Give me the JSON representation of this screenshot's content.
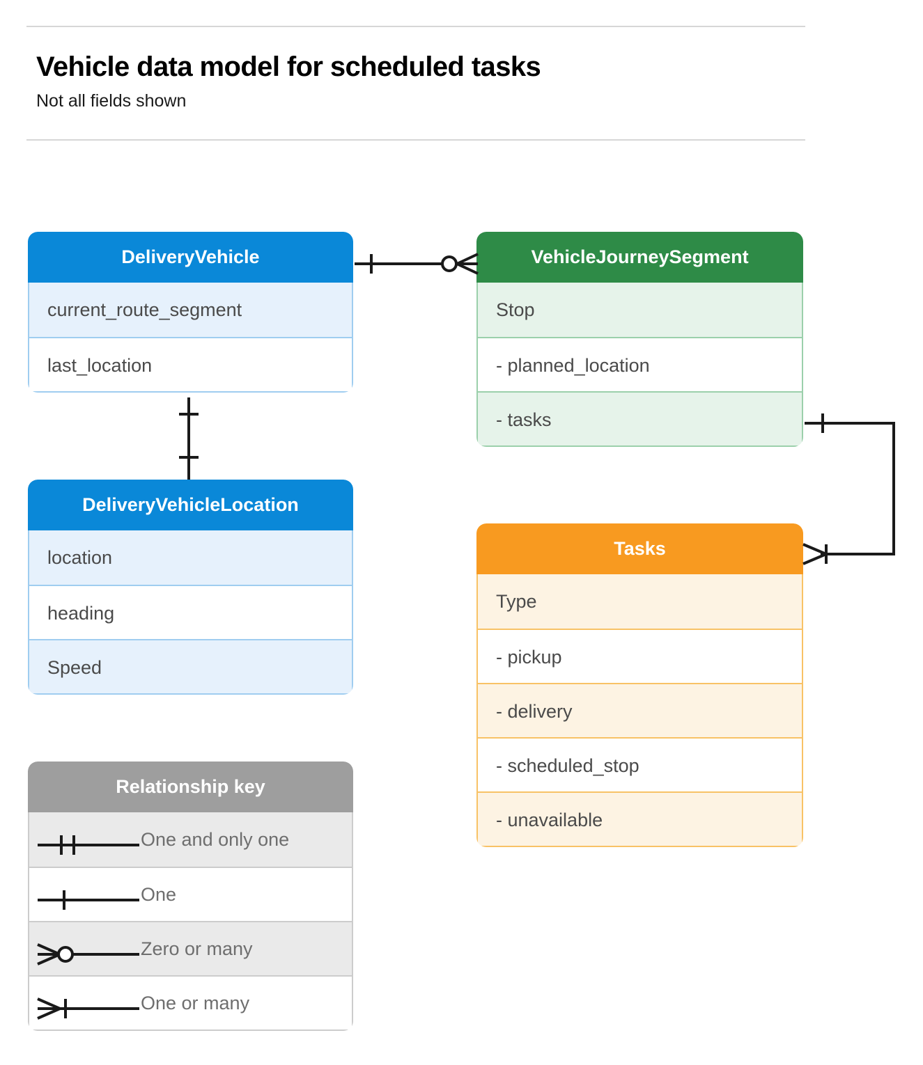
{
  "header": {
    "title": "Vehicle data model for scheduled tasks",
    "subtitle": "Not all fields shown"
  },
  "colors": {
    "blue_header": "#0a88d8",
    "blue_row": "#e6f1fc",
    "blue_border": "#9fcdf0",
    "green_header": "#2e8b47",
    "green_row": "#e6f3ea",
    "green_border": "#9bd0ab",
    "orange_header": "#f89a20",
    "orange_row": "#fdf3e3",
    "orange_border": "#f8c266",
    "gray_header": "#9e9e9e",
    "gray_row": "#eaeaea",
    "gray_border": "#cccccc",
    "connector": "#1a1a1a",
    "rule": "#d6d6d6",
    "field_text": "#4a4a4a"
  },
  "entities": {
    "delivery_vehicle": {
      "name": "DeliveryVehicle",
      "fields": [
        {
          "label": "current_route_segment"
        },
        {
          "label": "last_location"
        }
      ]
    },
    "vehicle_journey_segment": {
      "name": "VehicleJourneySegment",
      "fields": [
        {
          "label": "Stop"
        },
        {
          "label": "-  planned_location"
        },
        {
          "label": "- tasks"
        }
      ]
    },
    "delivery_vehicle_location": {
      "name": "DeliveryVehicleLocation",
      "fields": [
        {
          "label": "location"
        },
        {
          "label": "heading"
        },
        {
          "label": "Speed"
        }
      ]
    },
    "tasks": {
      "name": "Tasks",
      "fields": [
        {
          "label": "Type"
        },
        {
          "label": "-  pickup"
        },
        {
          "label": "-  delivery"
        },
        {
          "label": "-  scheduled_stop"
        },
        {
          "label": "-  unavailable"
        }
      ]
    }
  },
  "legend": {
    "title": "Relationship key",
    "items": [
      {
        "label": "One and only one",
        "symbol": "one-and-only-one-symbol"
      },
      {
        "label": "One",
        "symbol": "one-symbol"
      },
      {
        "label": "Zero or many",
        "symbol": "zero-or-many-symbol"
      },
      {
        "label": "One or many",
        "symbol": "one-or-many-symbol"
      }
    ]
  },
  "relationships": [
    {
      "from": "DeliveryVehicle",
      "to": "VehicleJourneySegment",
      "from_cardinality": "One",
      "to_cardinality": "Zero or many"
    },
    {
      "from": "DeliveryVehicle",
      "to": "DeliveryVehicleLocation",
      "from_cardinality": "One",
      "to_cardinality": "One"
    },
    {
      "from": "VehicleJourneySegment.tasks",
      "to": "Tasks",
      "from_cardinality": "One",
      "to_cardinality": "One or many"
    }
  ]
}
